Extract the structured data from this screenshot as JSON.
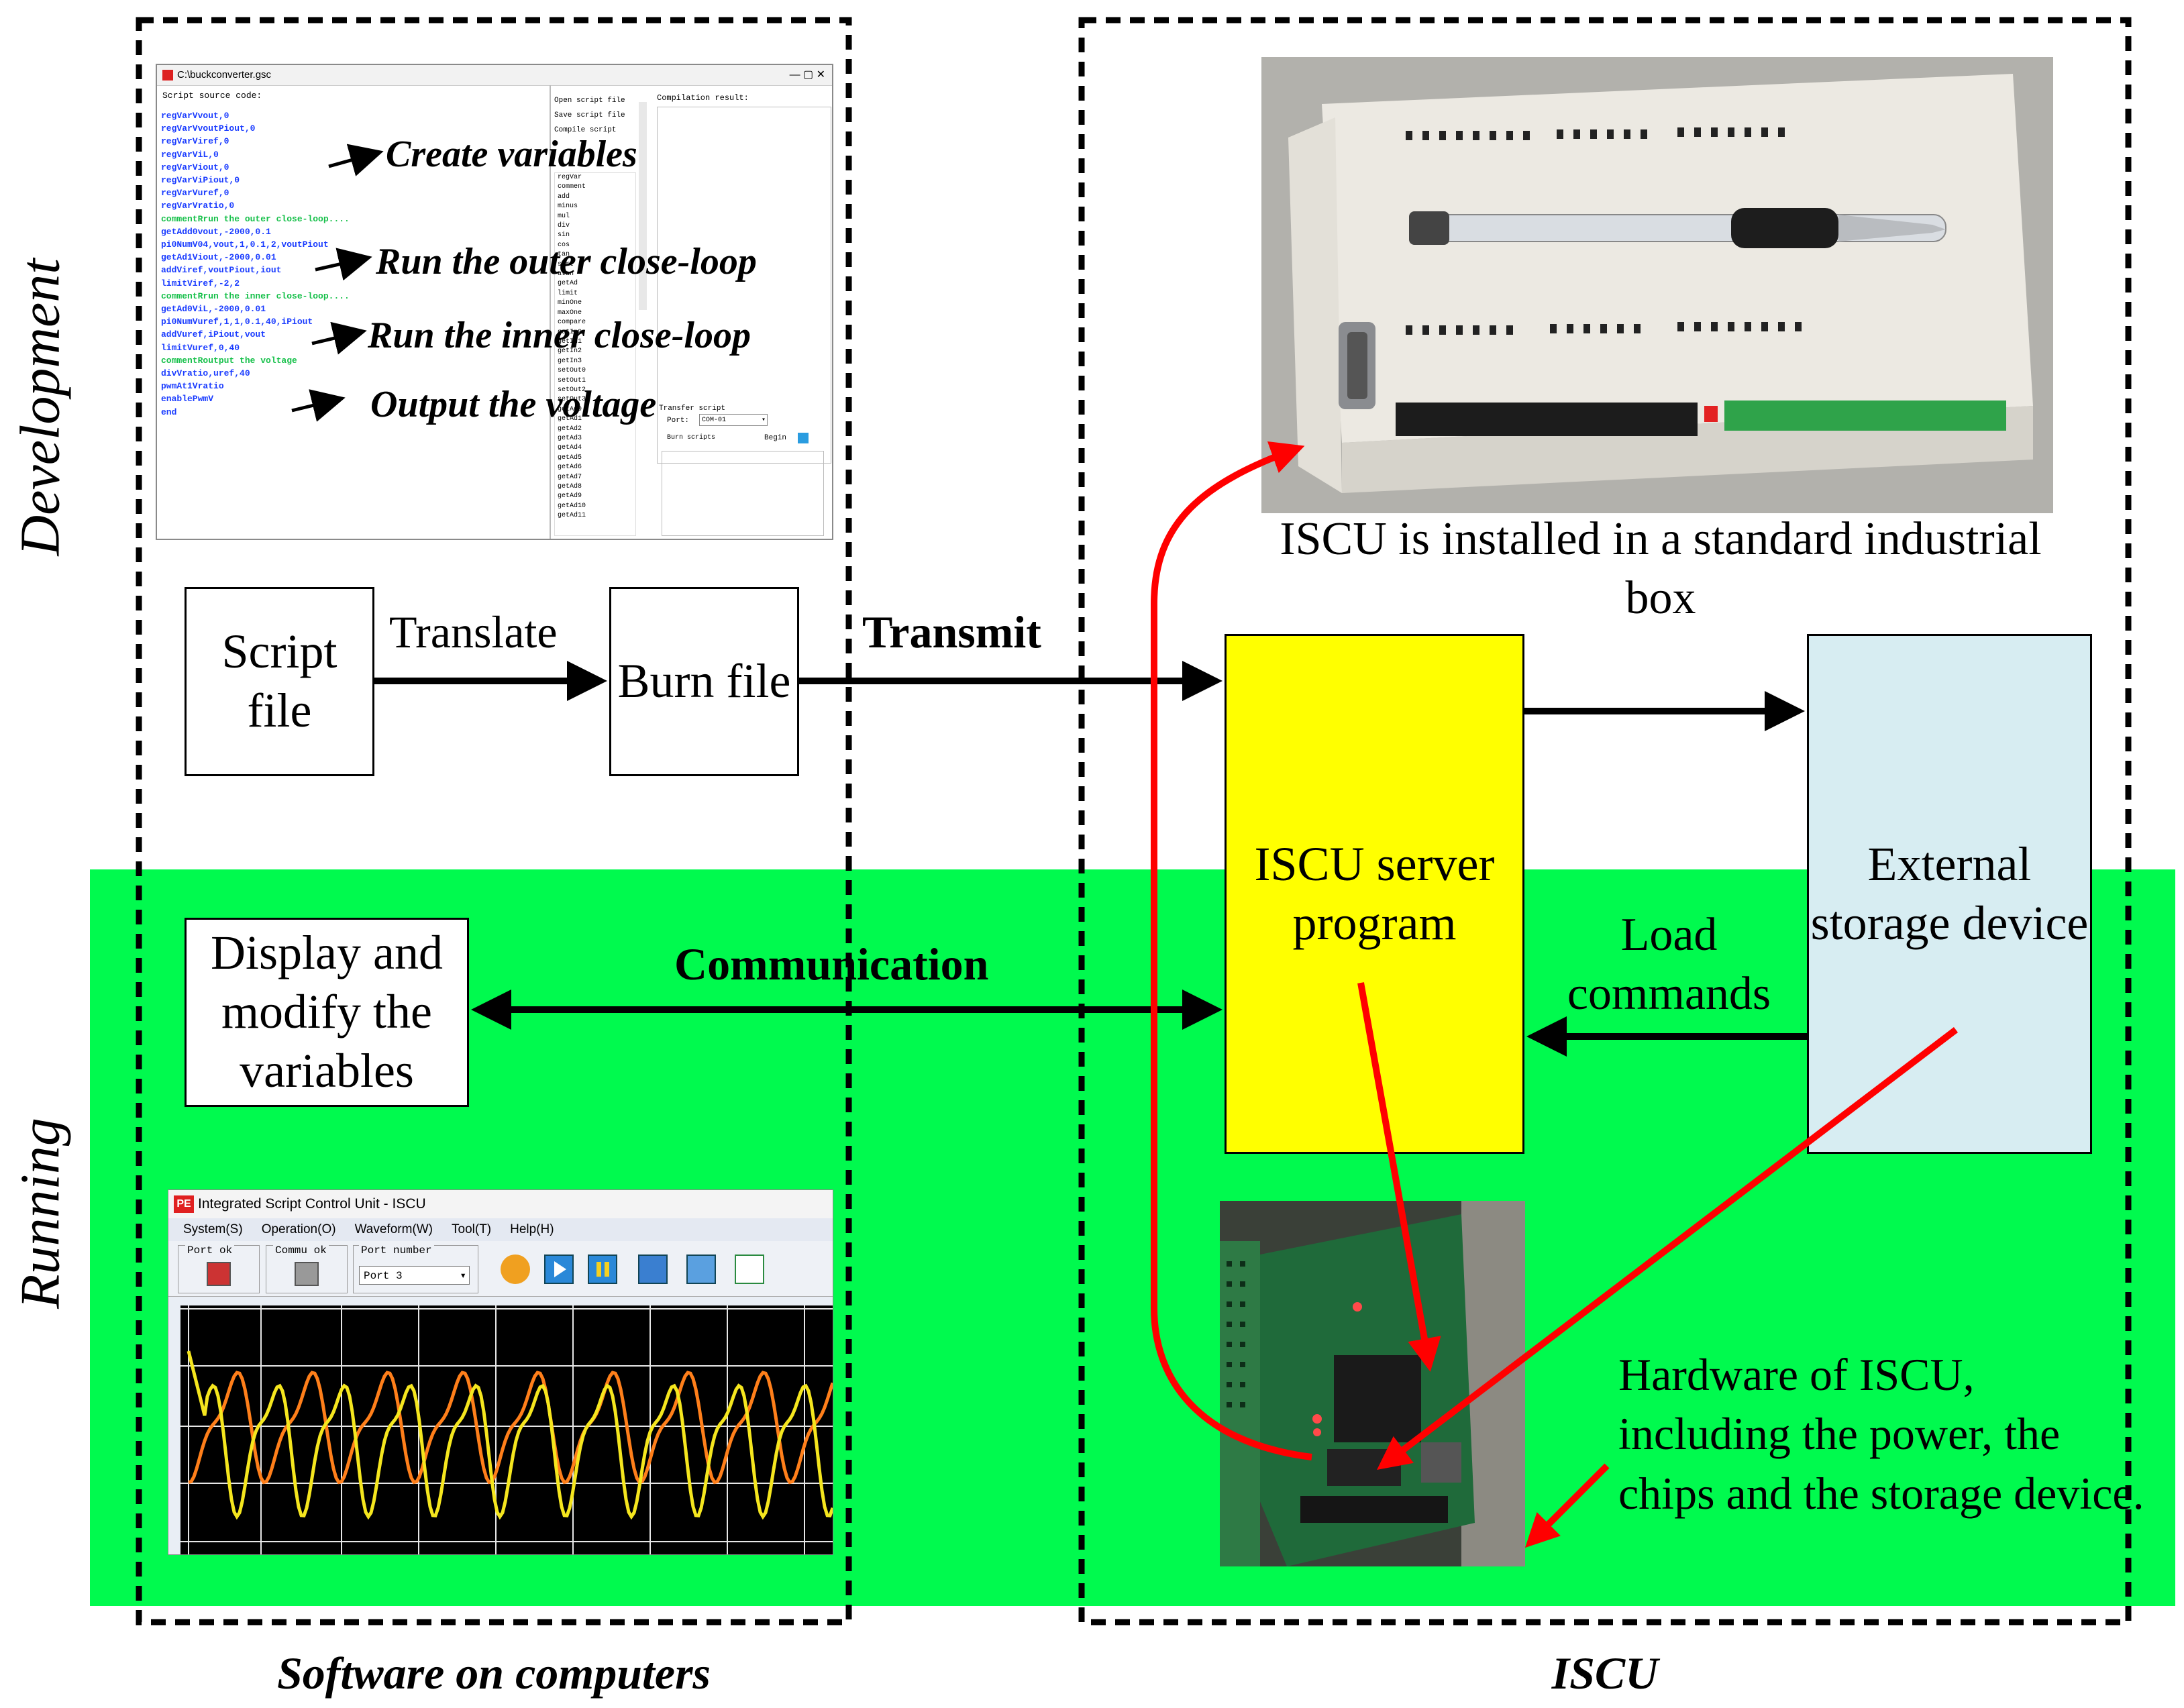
{
  "sections": {
    "development": "Development",
    "running": "Running",
    "software_label": "Software on computers",
    "iscu_label": "ISCU"
  },
  "script_window": {
    "title": "C:\\buckconverter.gsc",
    "source_header": "Script source code:",
    "compilation_header": "Compilation result:",
    "code_lines": [
      {
        "text": "regVarVvout,0",
        "color": "#1a3cff"
      },
      {
        "text": "regVarVvoutPiout,0",
        "color": "#1a3cff"
      },
      {
        "text": "regVarViref,0",
        "color": "#1a3cff"
      },
      {
        "text": "regVarViL,0",
        "color": "#1a3cff"
      },
      {
        "text": "regVarViout,0",
        "color": "#1a3cff"
      },
      {
        "text": "regVarViPiout,0",
        "color": "#1a3cff"
      },
      {
        "text": "regVarVuref,0",
        "color": "#1a3cff"
      },
      {
        "text": "regVarVratio,0",
        "color": "#1a3cff"
      },
      {
        "text": "commentRrun the outer close-loop....",
        "color": "#16c04a"
      },
      {
        "text": "getAdd0vout,-2000,0.1",
        "color": "#1a3cff"
      },
      {
        "text": "pi0NumV04,vout,1,0.1,2,voutPiout",
        "color": "#1a3cff"
      },
      {
        "text": "getAd1Viout,-2000,0.01",
        "color": "#1a3cff"
      },
      {
        "text": "addViref,voutPiout,iout",
        "color": "#1a3cff"
      },
      {
        "text": "limitViref,-2,2",
        "color": "#1a3cff"
      },
      {
        "text": "commentRrun the inner close-loop....",
        "color": "#16c04a"
      },
      {
        "text": "getAd0ViL,-2000,0.01",
        "color": "#1a3cff"
      },
      {
        "text": "pi0NumVuref,1,1,0.1,40,iPiout",
        "color": "#1a3cff"
      },
      {
        "text": "addVuref,iPiout,vout",
        "color": "#1a3cff"
      },
      {
        "text": "limitVuref,0,40",
        "color": "#1a3cff"
      },
      {
        "text": "commentRoutput the voltage",
        "color": "#16c04a"
      },
      {
        "text": "divVratio,uref,40",
        "color": "#1a3cff"
      },
      {
        "text": "pwmAt1Vratio",
        "color": "#1a3cff"
      },
      {
        "text": "enablePwmV",
        "color": "#1a3cff"
      },
      {
        "text": "end",
        "color": "#1a3cff"
      }
    ],
    "side_buttons": [
      "Open script file",
      "Save script file",
      "Compile script"
    ],
    "commands": [
      "regVar",
      "comment",
      "add",
      "minus",
      "mul",
      "div",
      "sin",
      "cos",
      "tan",
      "sqrt",
      "atan",
      "getAd",
      "limit",
      "minOne",
      "maxOne",
      "compare",
      "getIn0",
      "getIn1",
      "getIn2",
      "getIn3",
      "setOut0",
      "setOut1",
      "setOut2",
      "setOut3",
      "getAd0",
      "getAd1",
      "getAd2",
      "getAd3",
      "getAd4",
      "getAd5",
      "getAd6",
      "getAd7",
      "getAd8",
      "getAd9",
      "getAd10",
      "getAd11"
    ],
    "transfer_header": "Transfer script",
    "port_label": "Port:",
    "port_value": "COM-01",
    "burn_label": "Burn scripts",
    "begin_label": "Begin"
  },
  "annotations": {
    "create_variables": "Create variables",
    "outer_loop": "Run the outer close-loop",
    "inner_loop": "Run the inner close-loop",
    "output_voltage": "Output the voltage"
  },
  "boxes": {
    "script_file": "Script file",
    "burn_file": "Burn file",
    "iscu_server": "ISCU server program",
    "external_storage": "External storage device",
    "display_modify": "Display and modify the variables"
  },
  "edge_labels": {
    "translate": "Translate",
    "transmit": "Transmit",
    "communication": "Communication",
    "load_commands": "Load commands"
  },
  "captions": {
    "box_photo": "ISCU is installed in a standard industrial box",
    "hardware": "Hardware of ISCU, including the power, the chips and the storage device."
  },
  "running_window": {
    "title": "Integrated Script Control Unit - ISCU",
    "logo": "PE",
    "menus": [
      "System(S)",
      "Operation(O)",
      "Waveform(W)",
      "Tool(T)",
      "Help(H)"
    ],
    "group_labels": [
      "Port ok",
      "Commu ok",
      "Port number"
    ],
    "port_value": "Port 3"
  },
  "colors": {
    "green_band": "#00fa4e",
    "server_box": "#ffff00",
    "storage_box": "#d7edf2",
    "red_arrow": "#ff0000",
    "wave_orange": "#ff7f1a",
    "wave_yellow": "#f5e61e"
  }
}
